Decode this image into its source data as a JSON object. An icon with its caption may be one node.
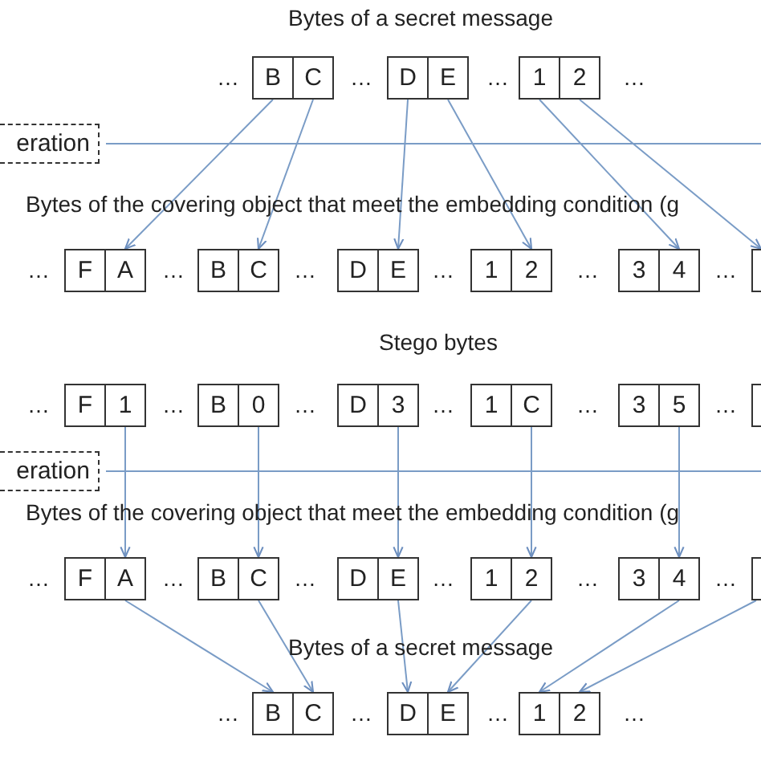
{
  "diagram": {
    "nodes": [
      {
        "text": [
          "B"
        ]
      },
      {
        "text": [
          "C"
        ]
      },
      {
        "text": [
          "D"
        ]
      },
      {
        "text": [
          "E"
        ]
      },
      {
        "text": [
          "1"
        ]
      },
      {
        "text": [
          "2"
        ]
      },
      {
        "text": [
          "eration"
        ]
      },
      {
        "text": [
          "F"
        ]
      },
      {
        "text": [
          "A"
        ]
      },
      {
        "text": [
          "B"
        ]
      },
      {
        "text": [
          "C"
        ]
      },
      {
        "text": [
          "D"
        ]
      },
      {
        "text": [
          "E"
        ]
      },
      {
        "text": [
          "1"
        ]
      },
      {
        "text": [
          "2"
        ]
      },
      {
        "text": [
          "3"
        ]
      },
      {
        "text": [
          "4"
        ]
      },
      {
        "text": [],
        "shape": "box"
      },
      {
        "text": [
          "F"
        ]
      },
      {
        "text": [
          "1"
        ]
      },
      {
        "text": [
          "B"
        ]
      },
      {
        "text": [
          "0"
        ]
      },
      {
        "text": [
          "D"
        ]
      },
      {
        "text": [
          "3"
        ]
      },
      {
        "text": [
          "1"
        ]
      },
      {
        "text": [
          "C"
        ]
      },
      {
        "text": [
          "3"
        ]
      },
      {
        "text": [
          "5"
        ]
      },
      {
        "text": [],
        "shape": "box"
      },
      {
        "text": [
          "eration"
        ]
      },
      {
        "text": [
          "F"
        ]
      },
      {
        "text": [
          "A"
        ]
      },
      {
        "text": [
          "B"
        ]
      },
      {
        "text": [
          "C"
        ]
      },
      {
        "text": [
          "D"
        ]
      },
      {
        "text": [
          "E"
        ]
      },
      {
        "text": [
          "1"
        ]
      },
      {
        "text": [
          "2"
        ]
      },
      {
        "text": [
          "3"
        ]
      },
      {
        "text": [
          "4"
        ]
      },
      {
        "text": [],
        "shape": "box"
      },
      {
        "text": [
          "B"
        ]
      },
      {
        "text": [
          "C"
        ]
      },
      {
        "text": [
          "D"
        ]
      },
      {
        "text": [
          "E"
        ]
      },
      {
        "text": [
          "1"
        ]
      },
      {
        "text": [
          "2"
        ]
      }
    ],
    "edges": [
      {
        "from": 0,
        "to": 8,
        "arrow": "to"
      },
      {
        "from": 1,
        "to": 10,
        "arrow": "to"
      },
      {
        "from": 2,
        "to": 12,
        "arrow": "to"
      },
      {
        "from": 3,
        "to": 14,
        "arrow": "to"
      },
      {
        "from": 4,
        "to": 16,
        "arrow": "to"
      },
      {
        "from": 5,
        "to": 17,
        "arrow": "to"
      },
      {
        "from": 19,
        "to": 31,
        "arrow": "to"
      },
      {
        "from": 21,
        "to": 33,
        "arrow": "to"
      },
      {
        "from": 23,
        "to": 35,
        "arrow": "to"
      },
      {
        "from": 25,
        "to": 37,
        "arrow": "to"
      },
      {
        "from": 27,
        "to": 39,
        "arrow": "to"
      },
      {
        "from": 31,
        "to": 41,
        "arrow": "to"
      },
      {
        "from": 33,
        "to": 42,
        "arrow": "to"
      },
      {
        "from": 35,
        "to": 43,
        "arrow": "to"
      },
      {
        "from": 37,
        "to": 44,
        "arrow": "to"
      },
      {
        "from": 39,
        "to": 45,
        "arrow": "to"
      },
      {
        "from": 40,
        "to": 46,
        "arrow": "to"
      }
    ],
    "labels": [
      "Bytes of a secret message",
      "…",
      "…",
      "…",
      "…",
      "Bytes of the covering object that meet the embedding condition (g",
      "…",
      "…",
      "…",
      "…",
      "…",
      "…",
      "Stego bytes",
      "…",
      "…",
      "…",
      "…",
      "…",
      "…",
      "Bytes of the covering object that meet the embedding condition (g",
      "…",
      "…",
      "…",
      "…",
      "…",
      "…",
      "Bytes of a secret message",
      "…",
      "…",
      "…",
      "…"
    ]
  }
}
